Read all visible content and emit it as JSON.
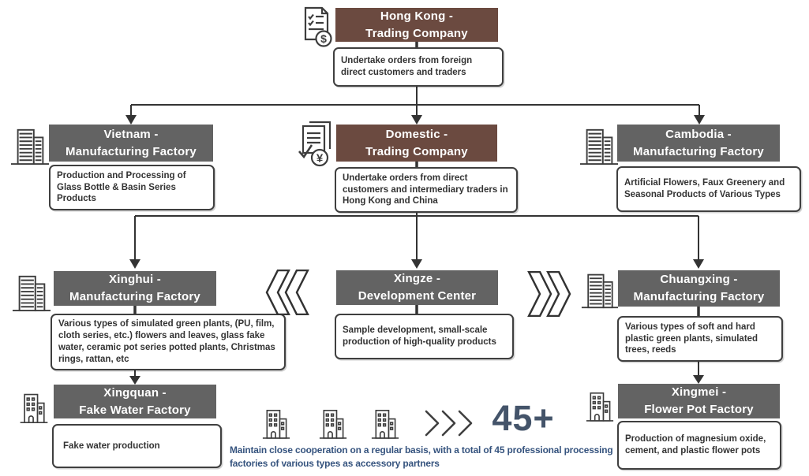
{
  "palette": {
    "header_brown": "#6B4A40",
    "header_gray": "#636363",
    "connector_line": "#333333",
    "count_navy": "#44546A",
    "caption_navy": "#35537E",
    "box_border": "#3f3f3f"
  },
  "org": {
    "hongkong": {
      "title_line1": "Hong Kong -",
      "title_line2": "Trading Company",
      "description": "Undertake orders from foreign direct customers and traders"
    },
    "vietnam": {
      "title_line1": "Vietnam -",
      "title_line2": "Manufacturing Factory",
      "description": "Production and Processing of Glass Bottle & Basin Series Products"
    },
    "domestic": {
      "title_line1": "Domestic -",
      "title_line2": "Trading Company",
      "description": "Undertake orders from direct customers and intermediary traders in Hong Kong and China"
    },
    "cambodia": {
      "title_line1": "Cambodia -",
      "title_line2": "Manufacturing Factory",
      "description": "Artificial Flowers, Faux Greenery and Seasonal Products of Various Types"
    },
    "xinghui": {
      "title_line1": "Xinghui -",
      "title_line2": "Manufacturing Factory",
      "description": "Various types of simulated green plants, (PU, film, cloth series, etc.) flowers and leaves, glass fake water, ceramic pot series potted plants, Christmas rings, rattan, etc"
    },
    "xingze": {
      "title_line1": "Xingze -",
      "title_line2": "Development Center",
      "description": "Sample development, small-scale production of high-quality products"
    },
    "chuangxing": {
      "title_line1": "Chuangxing -",
      "title_line2": "Manufacturing Factory",
      "description": "Various types of soft and hard plastic green plants, simulated trees, reeds"
    },
    "xingquan": {
      "title_line1": "Xingquan -",
      "title_line2": "Fake Water Factory",
      "description": "Fake water production"
    },
    "xingmei": {
      "title_line1": "Xingmei -",
      "title_line2": "Flower Pot Factory",
      "description": "Production of magnesium oxide, cement, and plastic flower pots"
    }
  },
  "partners": {
    "count": "45+",
    "caption": "Maintain close cooperation on a regular basis, with a total of 45 professional processing factories of various types as accessory partners"
  },
  "icons": {
    "invoice_dollar": "checklist document with $ coin",
    "invoice_yuan": "documents with checkmark and ¥ coin",
    "buildings": "high-rise buildings outline",
    "office_building": "small office building outline",
    "double_chevron_left": "« outlined double chevron",
    "double_chevron_right": "» outlined double chevron",
    "triple_chevron_right": "〉〉〉 thin triple chevron"
  }
}
